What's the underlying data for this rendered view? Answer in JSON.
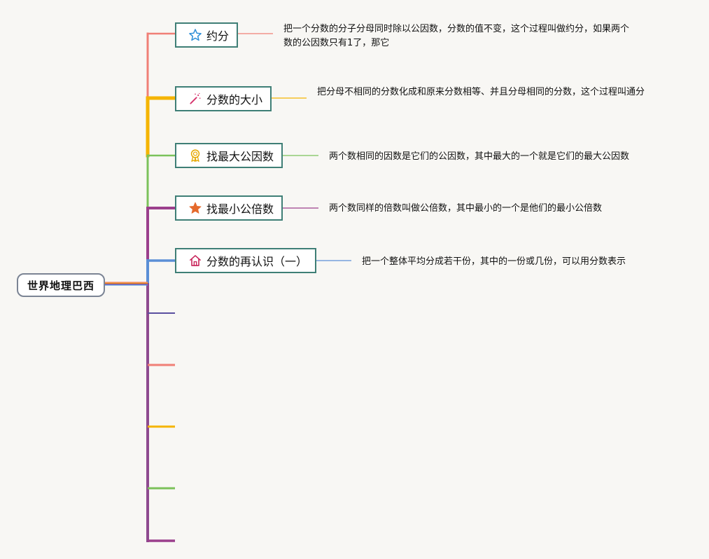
{
  "root": {
    "label": "世界地理巴西"
  },
  "colors": {
    "trunk": "#8e4a8f",
    "node_border": "#3f7f76"
  },
  "branches": [
    {
      "label": "约分",
      "icon": "star-outline-icon",
      "color": "#f07f76",
      "description": "把一个分数的分子分母同时除以公因数，分数的值不变，这个过程叫做约分，如果两个数的公因数只有1了，那它"
    },
    {
      "label": "分数的大小",
      "icon": "magic-wand-icon",
      "color": "#f5b400",
      "description": "把分母不相同的分数化成和原来分数相等、并且分母相同的分数，这个过程叫通分"
    },
    {
      "label": "找最大公因数",
      "icon": "award-ribbon-icon",
      "color": "#7bc25a",
      "description": "两个数相同的因数是它们的公因数，其中最大的一个就是它们的最大公因数"
    },
    {
      "label": "找最小公倍数",
      "icon": "star-filled-icon",
      "color": "#9b3f8c",
      "description": "两个数同样的倍数叫做公倍数，其中最小的一个是他们的最小公倍数"
    },
    {
      "label": "分数的再认识（一）",
      "icon": "home-icon",
      "color": "#5b8fd6",
      "description": "把一个整体平均分成若干份，其中的一份或几份，可以用分数表示"
    }
  ],
  "empty_stubs": [
    {
      "color": "#5a4fa0"
    },
    {
      "color": "#f07f76"
    },
    {
      "color": "#f5b400"
    },
    {
      "color": "#7bc25a"
    },
    {
      "color": "#9b3f8c"
    }
  ]
}
